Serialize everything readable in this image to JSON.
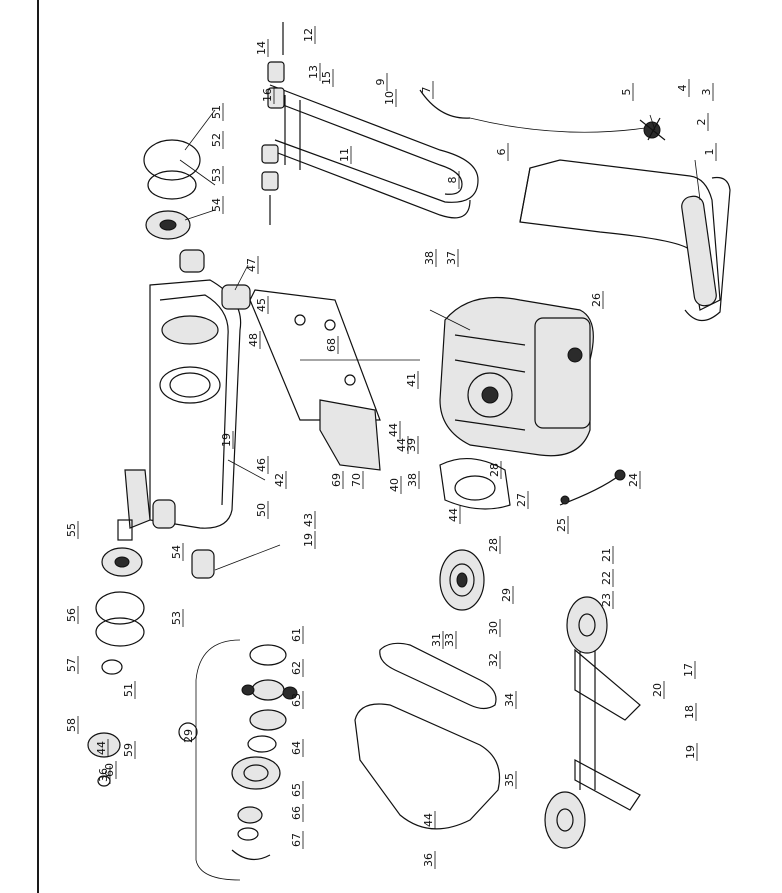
{
  "diagram": {
    "callouts": [
      {
        "id": "c1",
        "text": "1"
      },
      {
        "id": "c2",
        "text": "2"
      },
      {
        "id": "c3",
        "text": "3"
      },
      {
        "id": "c4",
        "text": "4"
      },
      {
        "id": "c5",
        "text": "5"
      },
      {
        "id": "c6",
        "text": "6"
      },
      {
        "id": "c7",
        "text": "7"
      },
      {
        "id": "c8",
        "text": "8"
      },
      {
        "id": "c9",
        "text": "9"
      },
      {
        "id": "c10",
        "text": "10"
      },
      {
        "id": "c11",
        "text": "11"
      },
      {
        "id": "c12",
        "text": "12"
      },
      {
        "id": "c13",
        "text": "13"
      },
      {
        "id": "c14",
        "text": "14"
      },
      {
        "id": "c15",
        "text": "15"
      },
      {
        "id": "c16",
        "text": "16"
      },
      {
        "id": "c17",
        "text": "17"
      },
      {
        "id": "c18",
        "text": "18"
      },
      {
        "id": "c19a",
        "text": "19"
      },
      {
        "id": "c19b",
        "text": "19"
      },
      {
        "id": "c19c",
        "text": "19"
      },
      {
        "id": "c20",
        "text": "20"
      },
      {
        "id": "c21",
        "text": "21"
      },
      {
        "id": "c22",
        "text": "22"
      },
      {
        "id": "c23",
        "text": "23"
      },
      {
        "id": "c24",
        "text": "24"
      },
      {
        "id": "c25",
        "text": "25"
      },
      {
        "id": "c26",
        "text": "26"
      },
      {
        "id": "c27",
        "text": "27"
      },
      {
        "id": "c28a",
        "text": "28"
      },
      {
        "id": "c28b",
        "text": "28"
      },
      {
        "id": "c29",
        "text": "29"
      },
      {
        "id": "c30",
        "text": "30"
      },
      {
        "id": "c31",
        "text": "31"
      },
      {
        "id": "c32",
        "text": "32"
      },
      {
        "id": "c33",
        "text": "33"
      },
      {
        "id": "c34",
        "text": "34"
      },
      {
        "id": "c35",
        "text": "35"
      },
      {
        "id": "c36a",
        "text": "36"
      },
      {
        "id": "c36b",
        "text": "36"
      },
      {
        "id": "c37",
        "text": "37"
      },
      {
        "id": "c38a",
        "text": "38"
      },
      {
        "id": "c38b",
        "text": "38"
      },
      {
        "id": "c39",
        "text": "39"
      },
      {
        "id": "c40",
        "text": "40"
      },
      {
        "id": "c41",
        "text": "41"
      },
      {
        "id": "c42",
        "text": "42"
      },
      {
        "id": "c43",
        "text": "43"
      },
      {
        "id": "c44a",
        "text": "44"
      },
      {
        "id": "c44b",
        "text": "44"
      },
      {
        "id": "c44c",
        "text": "44"
      },
      {
        "id": "c44d",
        "text": "44"
      },
      {
        "id": "c44e",
        "text": "44"
      },
      {
        "id": "c45",
        "text": "45"
      },
      {
        "id": "c46",
        "text": "46"
      },
      {
        "id": "c47",
        "text": "47"
      },
      {
        "id": "c48",
        "text": "48"
      },
      {
        "id": "c50",
        "text": "50"
      },
      {
        "id": "c51a",
        "text": "51"
      },
      {
        "id": "c51b",
        "text": "51"
      },
      {
        "id": "c52",
        "text": "52"
      },
      {
        "id": "c53a",
        "text": "53"
      },
      {
        "id": "c53b",
        "text": "53"
      },
      {
        "id": "c54a",
        "text": "54"
      },
      {
        "id": "c54b",
        "text": "54"
      },
      {
        "id": "c55",
        "text": "55"
      },
      {
        "id": "c56",
        "text": "56"
      },
      {
        "id": "c57",
        "text": "57"
      },
      {
        "id": "c58",
        "text": "58"
      },
      {
        "id": "c59",
        "text": "59"
      },
      {
        "id": "c60",
        "text": "60"
      },
      {
        "id": "c61",
        "text": "61"
      },
      {
        "id": "c62",
        "text": "62"
      },
      {
        "id": "c63",
        "text": "63"
      },
      {
        "id": "c64",
        "text": "64"
      },
      {
        "id": "c65",
        "text": "65"
      },
      {
        "id": "c66",
        "text": "66"
      },
      {
        "id": "c67",
        "text": "67"
      },
      {
        "id": "c68",
        "text": "68"
      },
      {
        "id": "c69",
        "text": "69"
      },
      {
        "id": "c70",
        "text": "70"
      }
    ],
    "assembly_tag": "29",
    "colors": {
      "ink": "#111111",
      "shade": "#e6e6e6",
      "dark": "#2b2b2b"
    }
  }
}
